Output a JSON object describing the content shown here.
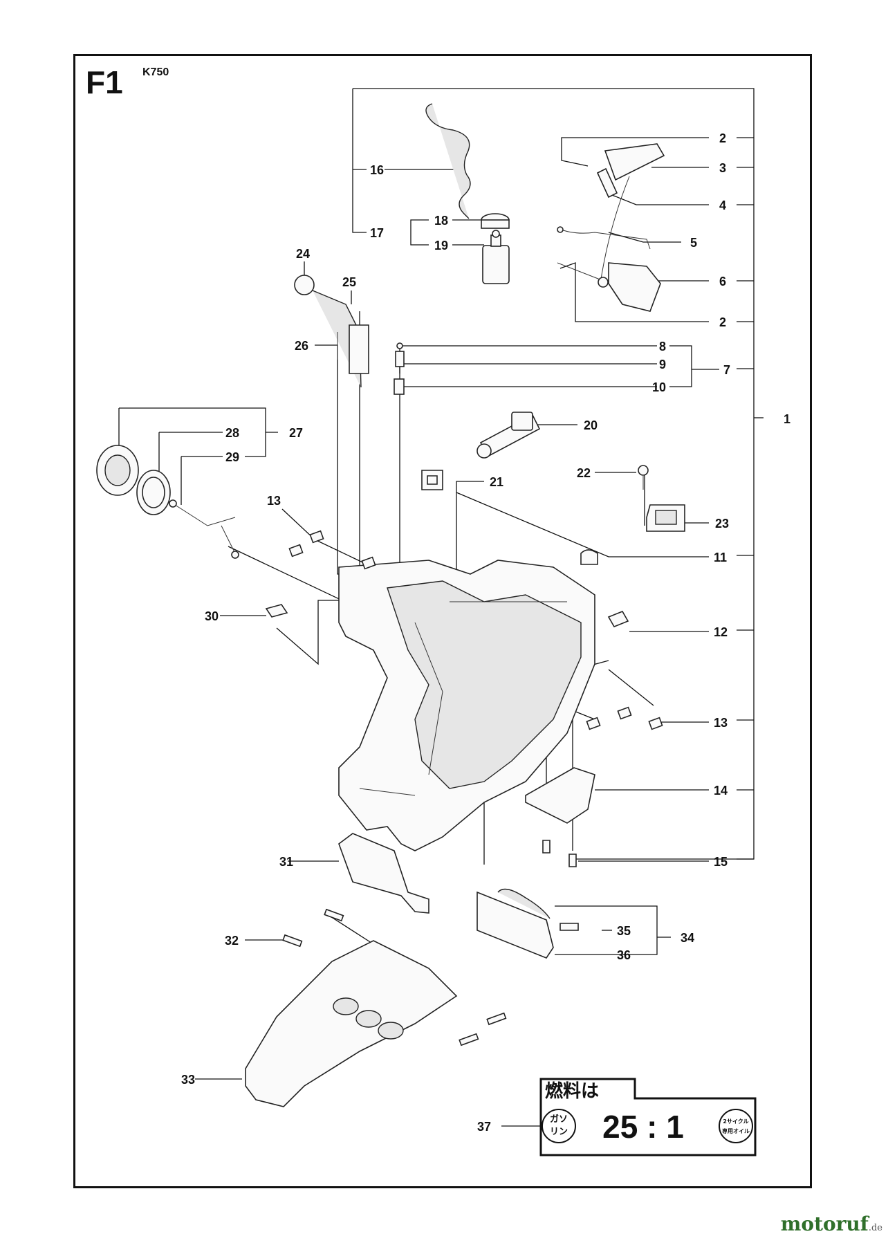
{
  "header": {
    "section": "F1",
    "model": "K750"
  },
  "callouts": [
    "1",
    "2",
    "3",
    "4",
    "5",
    "6",
    "2",
    "7",
    "8",
    "9",
    "10",
    "16",
    "17",
    "18",
    "19",
    "20",
    "21",
    "22",
    "23",
    "24",
    "25",
    "26",
    "27",
    "28",
    "29",
    "11",
    "12",
    "13",
    "13",
    "14",
    "15",
    "30",
    "31",
    "32",
    "33",
    "34",
    "35",
    "36",
    "37"
  ],
  "fuel_label": {
    "heading": "燃料は",
    "left_top": "ガソ",
    "left_bottom": "リン",
    "ratio": "25 : 1",
    "right_top": "2サイクル",
    "right_bottom": "専用オイル"
  },
  "watermark": {
    "brand": "motoruf",
    "tld": ".de"
  }
}
